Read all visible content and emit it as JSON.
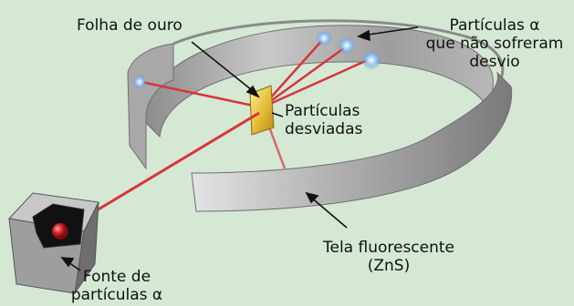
{
  "labels": {
    "gold_foil": "Folha de ouro",
    "undeflected_line1": "Partículas α",
    "undeflected_line2": "que não sofreram",
    "undeflected_line3": "desvio",
    "deflected_line1": "Partículas",
    "deflected_line2": "desviadas",
    "screen_line1": "Tela fluorescente",
    "screen_line2": "(ZnS)",
    "source_line1": "Fonte de",
    "source_line2": "partículas α"
  },
  "colors": {
    "background": "#d4e8d4",
    "beam": "#d8353a",
    "foil": "#e6bf3a",
    "screen": "#9a9a9a",
    "flash": "#7fb8ff"
  }
}
